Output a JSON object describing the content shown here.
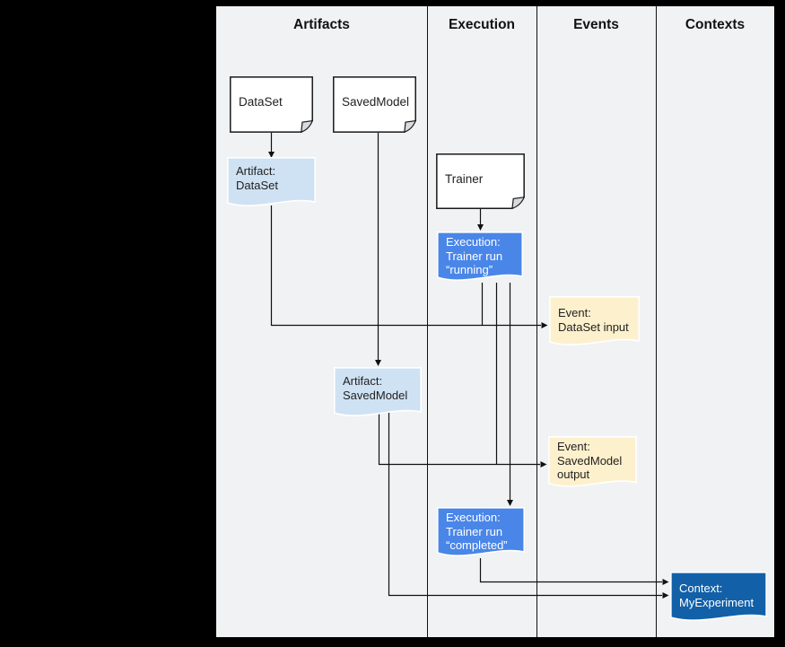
{
  "columns": [
    "Artifacts",
    "Execution",
    "Events",
    "Contexts"
  ],
  "nodes": {
    "dataset": {
      "label": "DataSet",
      "type": "artifact-type"
    },
    "savedmodel": {
      "label": "SavedModel",
      "type": "artifact-type"
    },
    "trainer": {
      "label": "Trainer",
      "type": "execution-type"
    },
    "artifact_dataset": {
      "label": "Artifact:\nDataSet"
    },
    "artifact_savedmodel": {
      "label": "Artifact:\nSavedModel"
    },
    "execution_running": {
      "label": "Execution:\nTrainer run\n“running”"
    },
    "execution_completed": {
      "label": "Execution:\nTrainer run\n“completed”"
    },
    "event_dataset_input": {
      "label": "Event:\nDataSet input"
    },
    "event_savedmodel_output": {
      "label": "Event:\nSavedModel\noutput"
    },
    "context_myexperiment": {
      "label": "Context:\nMyExperiment"
    }
  },
  "edges": [
    {
      "from": "DataSet",
      "to": "Artifact: DataSet"
    },
    {
      "from": "SavedModel",
      "to": "Artifact: SavedModel"
    },
    {
      "from": "Trainer",
      "to": "Execution: Trainer run “running”"
    },
    {
      "from": "Artifact: DataSet",
      "to": "Event: DataSet input"
    },
    {
      "from": "Execution: Trainer run “running”",
      "to": "Event: DataSet input"
    },
    {
      "from": "Execution: Trainer run “running”",
      "to": "Event: SavedModel output"
    },
    {
      "from": "Execution: Trainer run “running”",
      "to": "Execution: Trainer run “completed”"
    },
    {
      "from": "Artifact: SavedModel",
      "to": "Event: SavedModel output"
    },
    {
      "from": "Artifact: SavedModel",
      "to": "Context: MyExperiment"
    },
    {
      "from": "Execution: Trainer run “completed”",
      "to": "Context: MyExperiment"
    }
  ],
  "colors": {
    "page_background": "#000000",
    "canvas_background": "#f0f2f3",
    "type_node_fill": "#ffffff",
    "artifact_fill": "#cfe2f3",
    "execution_fill": "#4a86e8",
    "event_fill": "#fdf0cd",
    "context_fill": "#1160a8",
    "line": "#111111"
  }
}
